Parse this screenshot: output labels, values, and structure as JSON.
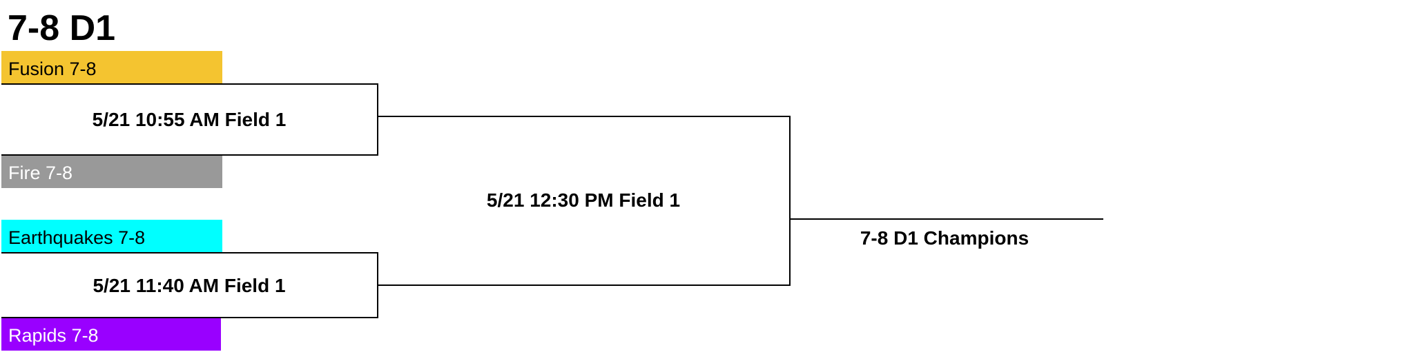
{
  "title": "7-8 D1",
  "teams": [
    {
      "name": "Fusion 7-8",
      "color": "#F4C430",
      "text_color": "#000000"
    },
    {
      "name": "Fire 7-8",
      "color": "#999999",
      "text_color": "#ffffff"
    },
    {
      "name": "Earthquakes 7-8",
      "color": "#00FFFF",
      "text_color": "#000000"
    },
    {
      "name": "Rapids 7-8",
      "color": "#9900FF",
      "text_color": "#ffffff"
    }
  ],
  "games": [
    {
      "label": "5/21 10:55 AM Field 1"
    },
    {
      "label": "5/21 11:40 AM Field 1"
    },
    {
      "label": "5/21 12:30 PM Field 1"
    }
  ],
  "champion_label": "7-8 D1 Champions",
  "line_color": "#000000"
}
